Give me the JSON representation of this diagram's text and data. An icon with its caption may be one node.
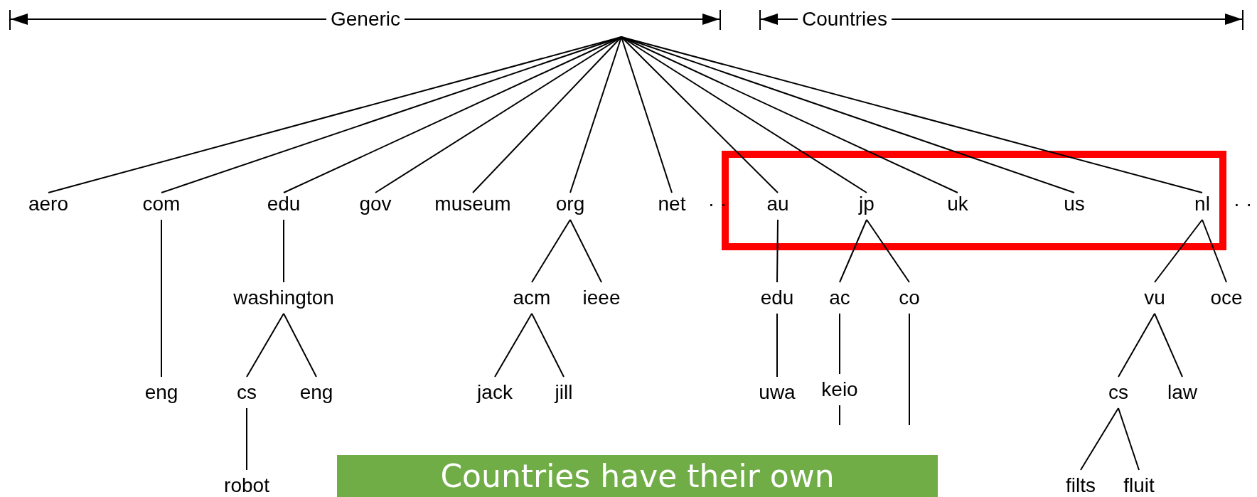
{
  "diagram": {
    "nodes": [
      {
        "text": [
          "aero"
        ]
      },
      {
        "text": [
          "com"
        ]
      },
      {
        "text": [
          "edu"
        ]
      },
      {
        "text": [
          "gov"
        ]
      },
      {
        "text": [
          "museum"
        ]
      },
      {
        "text": [
          "org"
        ]
      },
      {
        "text": [
          "net"
        ]
      },
      {
        "text": [
          "au"
        ]
      },
      {
        "text": [
          "jp"
        ]
      },
      {
        "text": [
          "uk"
        ]
      },
      {
        "text": [
          "us"
        ]
      },
      {
        "text": [
          "nl"
        ]
      },
      {
        "text": [],
        "shape": "point"
      },
      {
        "text": [
          "washington"
        ]
      },
      {
        "text": [
          "acm"
        ]
      },
      {
        "text": [
          "ieee"
        ]
      },
      {
        "text": [
          "edu"
        ]
      },
      {
        "text": [
          "ac"
        ]
      },
      {
        "text": [
          "co"
        ]
      },
      {
        "text": [
          "vu"
        ]
      },
      {
        "text": [
          "oce"
        ]
      },
      {
        "text": [
          "eng"
        ]
      },
      {
        "text": [
          "cs"
        ]
      },
      {
        "text": [
          "eng"
        ]
      },
      {
        "text": [
          "jack"
        ]
      },
      {
        "text": [
          "jill"
        ]
      },
      {
        "text": [
          "uwa"
        ]
      },
      {
        "text": [
          "keio"
        ]
      },
      {
        "text": [],
        "shape": "point"
      },
      {
        "text": [
          "cs"
        ]
      },
      {
        "text": [
          "law"
        ]
      },
      {
        "text": [
          "robot"
        ]
      },
      {
        "text": [
          "filts"
        ]
      },
      {
        "text": [
          "fluit"
        ]
      },
      {
        "text": [
          "Countries have their own"
        ]
      }
    ],
    "edges": [
      {
        "from": null,
        "to": 0,
        "arrow": "none"
      },
      {
        "from": null,
        "to": 1,
        "arrow": "none"
      },
      {
        "from": null,
        "to": 2,
        "arrow": "none"
      },
      {
        "from": null,
        "to": 3,
        "arrow": "none"
      },
      {
        "from": null,
        "to": 4,
        "arrow": "none"
      },
      {
        "from": null,
        "to": 5,
        "arrow": "none"
      },
      {
        "from": null,
        "to": 6,
        "arrow": "none"
      },
      {
        "from": null,
        "to": 7,
        "arrow": "none"
      },
      {
        "from": null,
        "to": 8,
        "arrow": "none"
      },
      {
        "from": null,
        "to": 9,
        "arrow": "none"
      },
      {
        "from": null,
        "to": 10,
        "arrow": "none"
      },
      {
        "from": null,
        "to": 11,
        "arrow": "none"
      },
      {
        "from": 1,
        "to": 12,
        "arrow": "none"
      },
      {
        "from": 2,
        "to": 13,
        "arrow": "none"
      },
      {
        "from": 5,
        "to": 14,
        "arrow": "none"
      },
      {
        "from": 5,
        "to": 15,
        "arrow": "none"
      },
      {
        "from": 7,
        "to": 16,
        "arrow": "none"
      },
      {
        "from": 8,
        "to": 17,
        "arrow": "none"
      },
      {
        "from": 8,
        "to": 18,
        "arrow": "none"
      },
      {
        "from": 11,
        "to": 19,
        "arrow": "none"
      },
      {
        "from": 11,
        "to": 20,
        "arrow": "none"
      },
      {
        "from": 12,
        "to": 21,
        "arrow": "none"
      },
      {
        "from": 13,
        "to": 22,
        "arrow": "none"
      },
      {
        "from": 13,
        "to": 23,
        "arrow": "none"
      },
      {
        "from": 14,
        "to": 24,
        "arrow": "none"
      },
      {
        "from": 14,
        "to": 25,
        "arrow": "none"
      },
      {
        "from": 16,
        "to": 26,
        "arrow": "none"
      },
      {
        "from": 17,
        "to": 27,
        "arrow": "none"
      },
      {
        "from": 18,
        "to": 28,
        "arrow": "none"
      },
      {
        "from": 19,
        "to": 29,
        "arrow": "none"
      },
      {
        "from": 19,
        "to": 30,
        "arrow": "none"
      },
      {
        "from": 22,
        "to": 31,
        "arrow": "none"
      },
      {
        "from": 29,
        "to": 32,
        "arrow": "none"
      },
      {
        "from": 29,
        "to": 33,
        "arrow": "none"
      },
      {
        "from": 27,
        "to": null,
        "arrow": "none"
      },
      {
        "from": 28,
        "to": null,
        "arrow": "none"
      }
    ],
    "labels": [
      "Generic",
      "Countries",
      "· ·",
      "· ·"
    ]
  }
}
